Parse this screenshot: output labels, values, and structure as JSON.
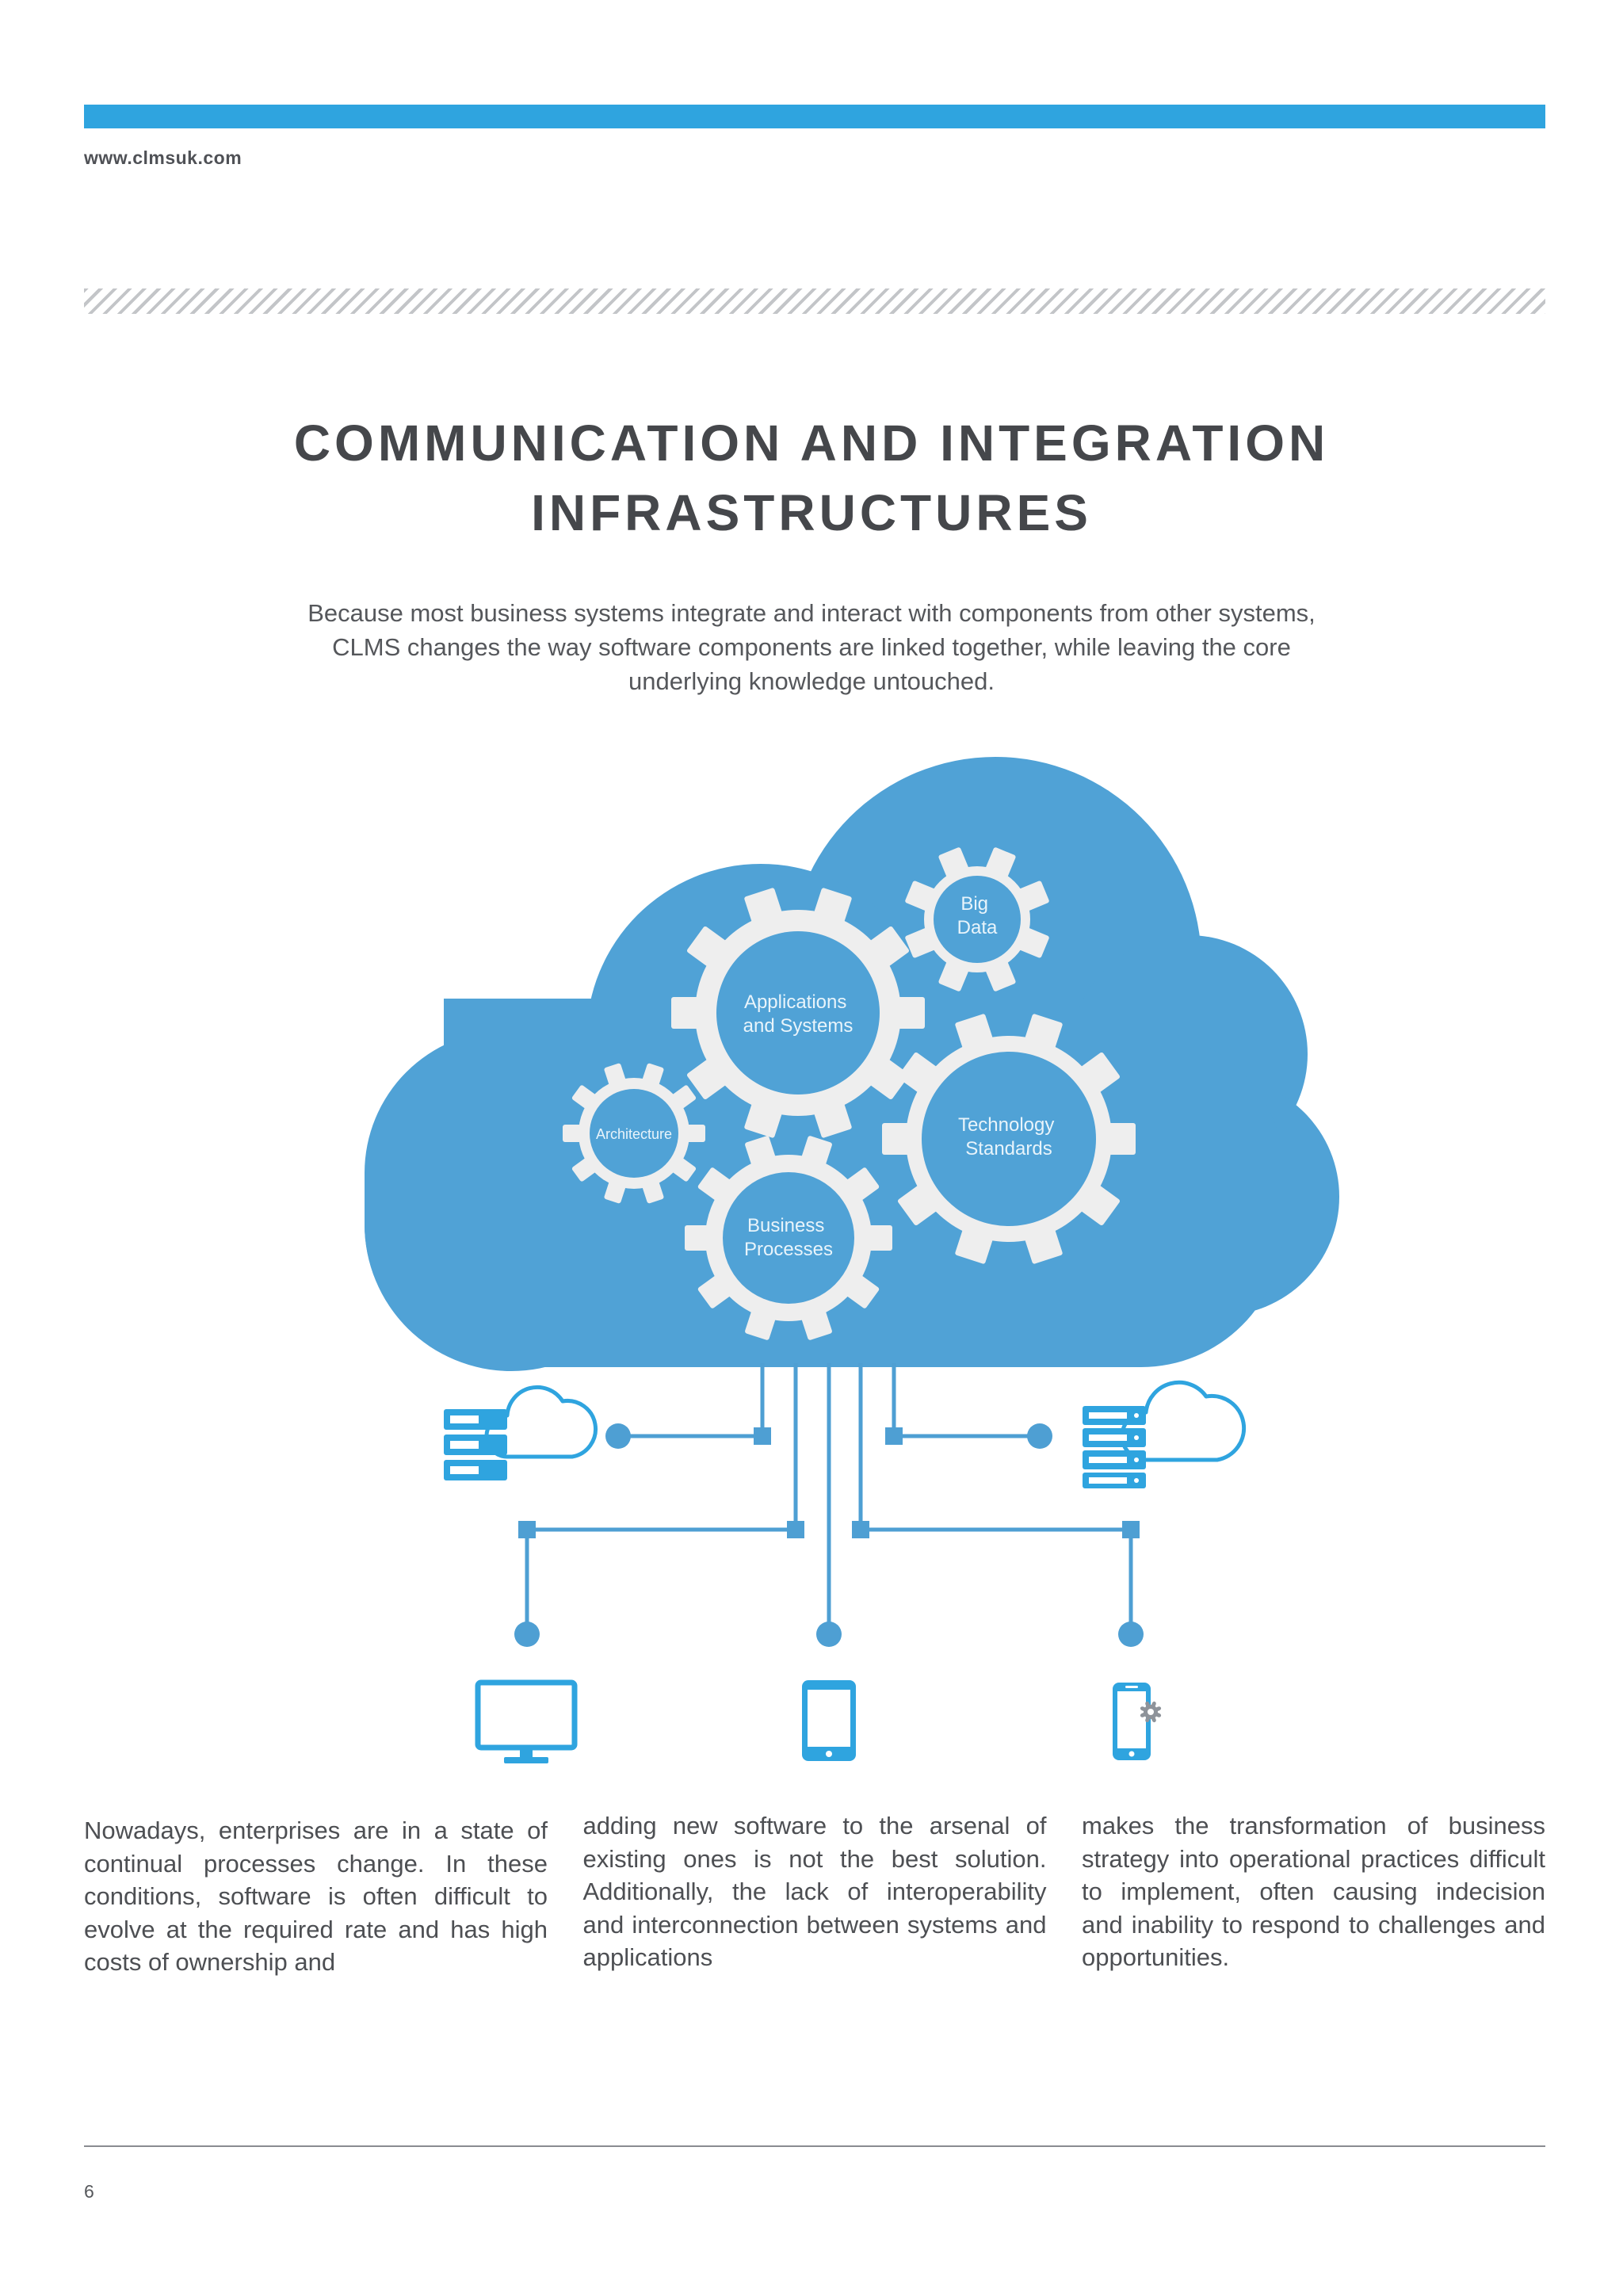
{
  "header": {
    "site_url": "www.clmsuk.com"
  },
  "title": {
    "line1": "COMMUNICATION AND INTEGRATION",
    "line2": "INFRASTRUCTURES"
  },
  "intro": {
    "line1": "Because most business systems integrate and interact with components from other systems,",
    "line2": "CLMS changes the way software components are linked together, while leaving the core",
    "line3": "underlying knowledge untouched."
  },
  "diagram": {
    "gears": {
      "big_data": {
        "line1": "Big",
        "line2": "Data"
      },
      "applications": {
        "line1": "Applications",
        "line2": "and Systems"
      },
      "architecture": {
        "line1": "Architecture"
      },
      "technology": {
        "line1": "Technology",
        "line2": "Standards"
      },
      "business": {
        "line1": "Business",
        "line2": "Processes"
      }
    },
    "icons": [
      "server-cloud-icon",
      "server-cloud-icon",
      "monitor-icon",
      "tablet-icon",
      "smartphone-settings-icon"
    ],
    "colors": {
      "cloud": "#50a2d6",
      "gear": "#eeeeee",
      "accent": "#2fa4df",
      "connector": "#4e9fd3"
    }
  },
  "body": {
    "col1": "Nowadays, enterprises are in a state of continual processes change. In these conditions, software is often difficult to evolve at the required rate and has high costs of ownership and",
    "col2": "adding new software to the arsenal of existing ones is not the best solution. Additionally, the lack of interoperability and interconnection between systems and applications",
    "col3": "makes the transformation of business strategy into operational practices difficult to implement, often causing indecision and inability to respond to challenges and opportunities."
  },
  "footer": {
    "page_number": "6"
  }
}
